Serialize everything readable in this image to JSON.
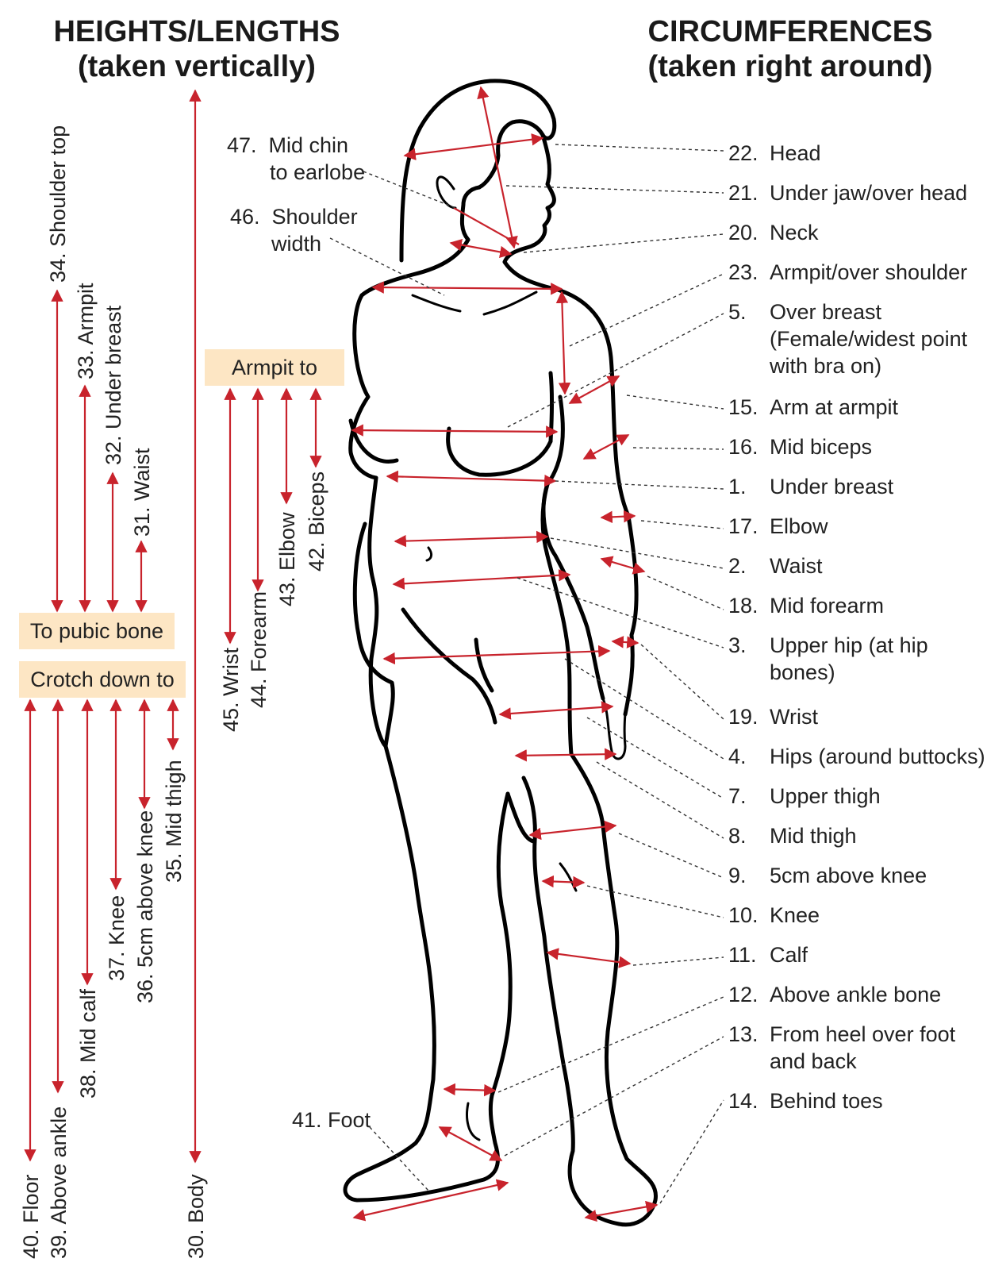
{
  "colors": {
    "accent": "#c8232c",
    "label_box": "#fde6c4",
    "text": "#222222",
    "outline": "#000000"
  },
  "left_header": {
    "title": "HEIGHTS/LENGTHS",
    "subtitle": "(taken vertically)"
  },
  "right_header": {
    "title": "CIRCUMFERENCES",
    "subtitle": "(taken right around)"
  },
  "boxes": {
    "to_pubic_bone": "To pubic bone",
    "crotch_down_to": "Crotch down to",
    "armpit_to": "Armpit to"
  },
  "heights": {
    "shoulder_top": "34. Shoulder top",
    "armpit": "33. Armpit",
    "under_breast": "32. Under breast",
    "waist": "31. Waist",
    "body": "30. Body",
    "floor": "40. Floor",
    "above_ankle": "39. Above ankle",
    "mid_calf": "38. Mid calf",
    "knee": "37. Knee",
    "above_knee": "36. 5cm above knee",
    "mid_thigh": "35. Mid thigh",
    "wrist": "45. Wrist",
    "forearm": "44. Forearm",
    "elbow": "43. Elbow",
    "biceps": "42. Biceps"
  },
  "body_labels": {
    "mid_chin_line1": "47.  Mid chin",
    "mid_chin_line2": "to earlobe",
    "shoulder_width_line1": "46.  Shoulder",
    "shoulder_width_line2": "width",
    "foot": "41. Foot"
  },
  "circumferences": [
    {
      "num": "22.",
      "lines": [
        "Head"
      ]
    },
    {
      "num": "21.",
      "lines": [
        "Under jaw/over head"
      ]
    },
    {
      "num": "20.",
      "lines": [
        "Neck"
      ]
    },
    {
      "num": "23.",
      "lines": [
        "Armpit/over shoulder"
      ]
    },
    {
      "num": "5.",
      "lines": [
        "Over breast",
        "(Female/widest point",
        "with bra on)"
      ]
    },
    {
      "num": "15.",
      "lines": [
        "Arm at armpit"
      ]
    },
    {
      "num": "16.",
      "lines": [
        "Mid biceps"
      ]
    },
    {
      "num": "1.",
      "lines": [
        "Under breast"
      ]
    },
    {
      "num": "17.",
      "lines": [
        "Elbow"
      ]
    },
    {
      "num": "2.",
      "lines": [
        "Waist"
      ]
    },
    {
      "num": "18.",
      "lines": [
        "Mid forearm"
      ]
    },
    {
      "num": "3.",
      "lines": [
        "Upper hip (at hip",
        "bones)"
      ]
    },
    {
      "num": "19.",
      "lines": [
        "Wrist"
      ]
    },
    {
      "num": "4.",
      "lines": [
        "Hips (around buttocks)"
      ]
    },
    {
      "num": "7.",
      "lines": [
        "Upper thigh"
      ]
    },
    {
      "num": "8.",
      "lines": [
        "Mid thigh"
      ]
    },
    {
      "num": "9.",
      "lines": [
        "5cm above knee"
      ]
    },
    {
      "num": "10.",
      "lines": [
        "Knee"
      ]
    },
    {
      "num": "11.",
      "lines": [
        "Calf"
      ]
    },
    {
      "num": "12.",
      "lines": [
        "Above ankle bone"
      ]
    },
    {
      "num": "13.",
      "lines": [
        "From heel over foot",
        "and back"
      ]
    },
    {
      "num": "14.",
      "lines": [
        "Behind toes"
      ]
    }
  ]
}
